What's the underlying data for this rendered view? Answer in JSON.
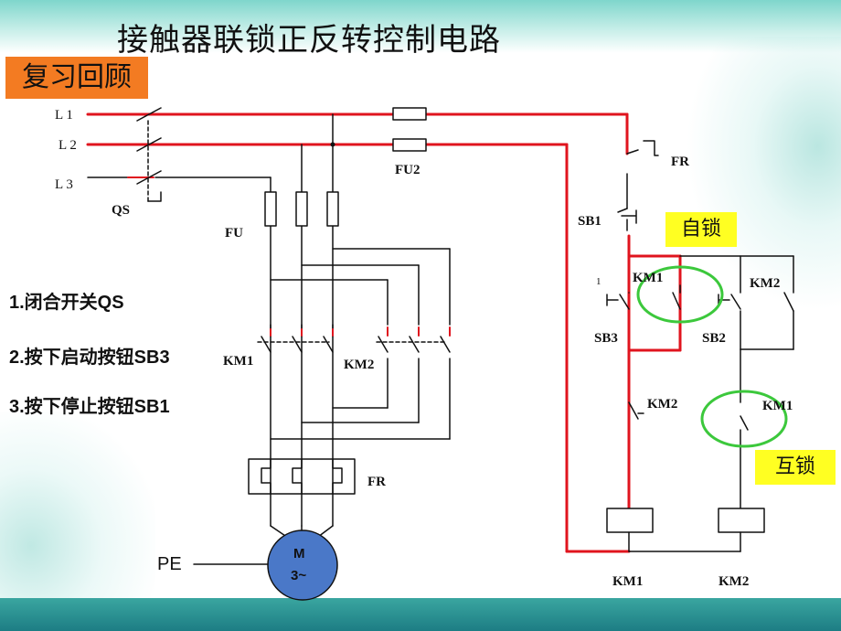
{
  "title": "接触器联锁正反转控制电路",
  "review_label": "复习回顾",
  "steps": [
    "1.闭合开关QS",
    "2.按下启动按钮SB3",
    "3.按下停止按钮SB1"
  ],
  "tags": {
    "self_lock": "自锁",
    "interlock": "互锁"
  },
  "labels": {
    "l1": "L 1",
    "l2": "L 2",
    "l3": "L 3",
    "qs": "QS",
    "fu": "FU",
    "fu2": "FU2",
    "km1_main": "KM1",
    "km2_main": "KM2",
    "fr_main": "FR",
    "pe": "PE",
    "motor_m": "M",
    "motor_phase": "3~",
    "fr_ctrl": "FR",
    "sb1": "SB1",
    "sb3": "SB3",
    "sb2": "SB2",
    "km1_aux": "KM1",
    "km2_aux": "KM2",
    "km2_interlock": "KM2",
    "km1_interlock": "KM1",
    "coil_km1": "KM1",
    "coil_km2": "KM2",
    "node_1": "1"
  },
  "colors": {
    "accent_red": "#e0141e",
    "highlight_green": "#3cc83c",
    "tag_yellow": "#ffff22",
    "review_orange": "#f37b22",
    "motor_blue": "#4a78c8"
  }
}
